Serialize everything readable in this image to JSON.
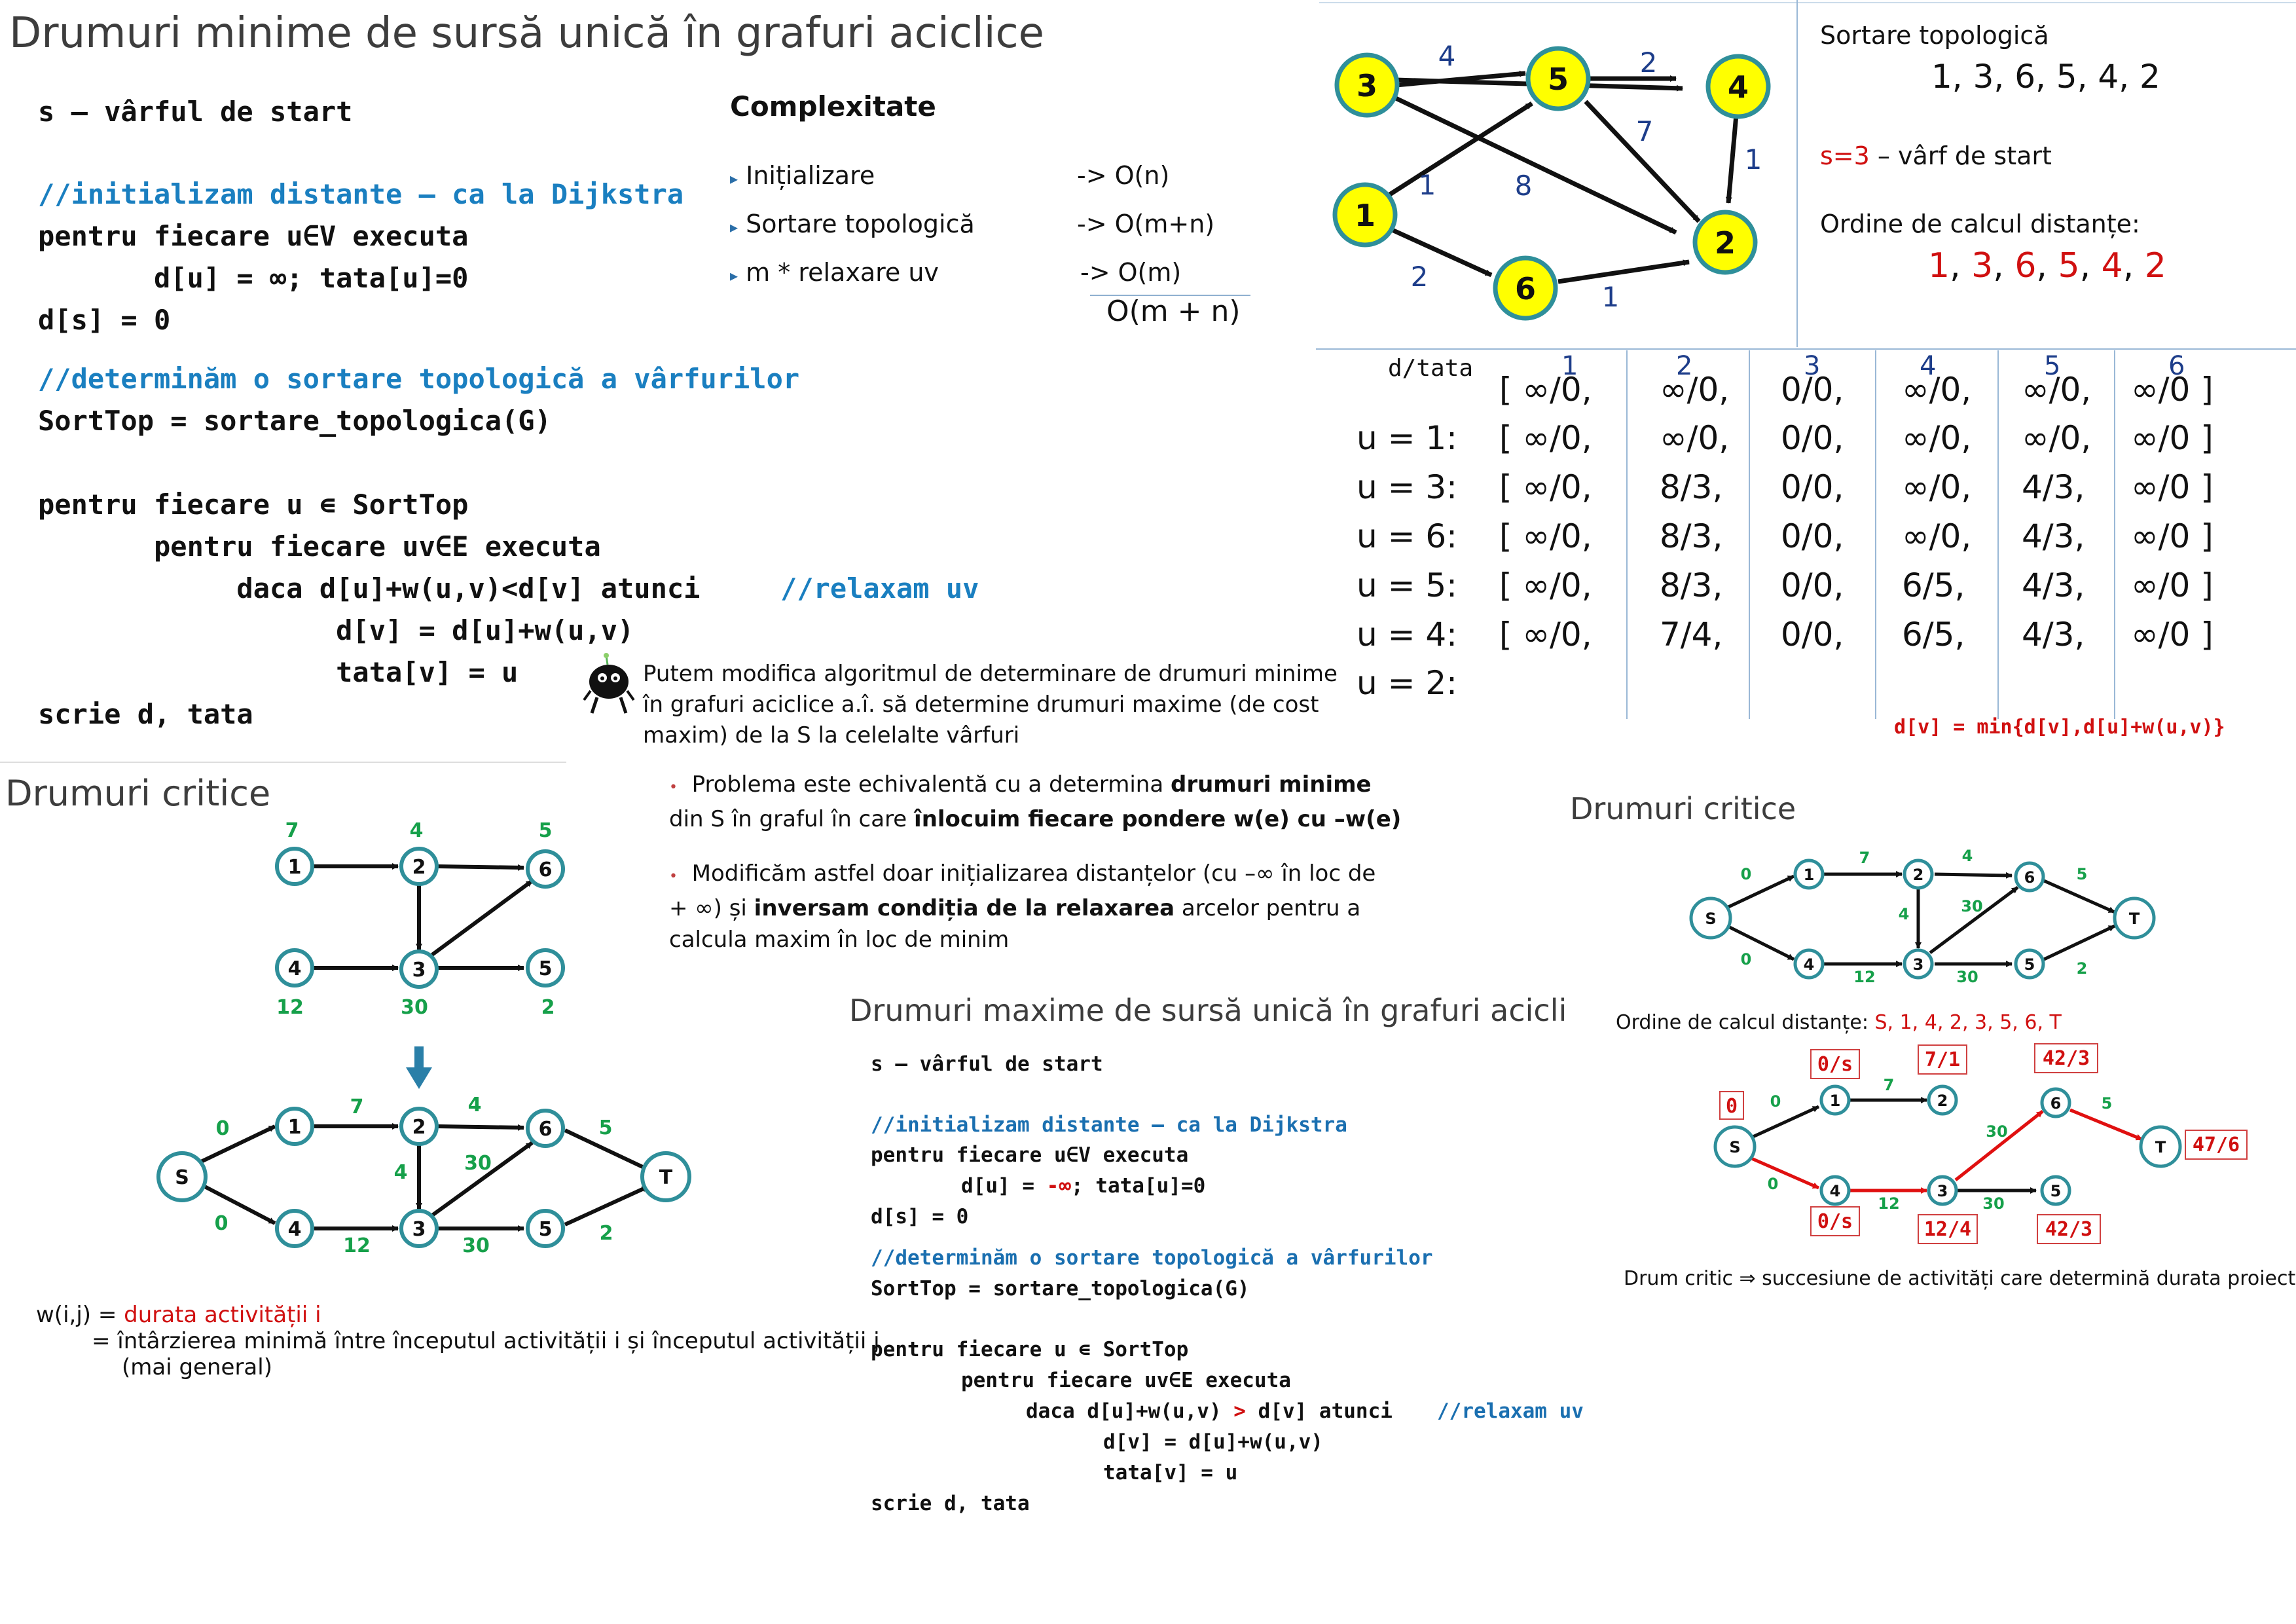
{
  "top_left": {
    "title": "Drumuri minime de sursă unică în grafuri aciclice",
    "code": [
      "s – vârful de start",
      "//initializam distante – ca la Dijkstra",
      "pentru fiecare u∈V executa",
      "       d[u] = ∞; tata[u]=0",
      "d[s] = 0",
      "//determinăm o sortare topologică a vârfurilor",
      "SortTop = sortare_topologica(G)",
      "pentru fiecare u ∊ SortTop",
      "       pentru fiecare uv∈E executa",
      "            daca d[u]+w(u,v)<d[v] atunci",
      "//relaxam uv",
      "                  d[v] = d[u]+w(u,v)",
      "                  tata[v] = u",
      "scrie d, tata"
    ],
    "complexity": {
      "heading": "Complexitate",
      "items": [
        {
          "label": "Inițializare",
          "cost": "-> O(n)"
        },
        {
          "label": "Sortare topologică",
          "cost": "-> O(m+n)"
        },
        {
          "label": "m * relaxare uv",
          "cost": "-> O(m)"
        }
      ],
      "total": "O(m + n)"
    }
  },
  "graph1": {
    "nodes": [
      "3",
      "5",
      "4",
      "1",
      "2",
      "6"
    ],
    "weights": [
      "4",
      "2",
      "7",
      "1",
      "1",
      "8",
      "2",
      "1"
    ]
  },
  "top_right": {
    "topo_heading": "Sortare topologică",
    "topo_order": "1, 3, 6, 5, 4, 2",
    "start_label": "s=3",
    "start_text": " – vârf de start",
    "calc_heading": "Ordine de calcul distanțe:",
    "calc_order": [
      "1",
      "3",
      "6",
      "5",
      "4",
      "2"
    ]
  },
  "dist_table": {
    "corner": "d/tata",
    "columns": [
      "1",
      "2",
      "3",
      "4",
      "5",
      "6"
    ],
    "rows": [
      {
        "label": "",
        "cells": [
          "[ ∞/0,",
          "∞/0,",
          "0/0,",
          "∞/0,",
          "∞/0,",
          "∞/0 ]"
        ]
      },
      {
        "label": "u = 1:",
        "cells": [
          "[ ∞/0,",
          "∞/0,",
          "0/0,",
          "∞/0,",
          "∞/0,",
          "∞/0 ]"
        ]
      },
      {
        "label": "u = 3:",
        "cells": [
          "[ ∞/0,",
          "8/3,",
          "0/0,",
          "∞/0,",
          "4/3,",
          "∞/0 ]"
        ]
      },
      {
        "label": "u = 6:",
        "cells": [
          "[ ∞/0,",
          "8/3,",
          "0/0,",
          "∞/0,",
          "4/3,",
          "∞/0 ]"
        ]
      },
      {
        "label": "u = 5:",
        "cells": [
          "[ ∞/0,",
          "8/3,",
          "0/0,",
          "6/5,",
          "4/3,",
          "∞/0 ]"
        ]
      },
      {
        "label": "u = 4:",
        "cells": [
          "[ ∞/0,",
          "7/4,",
          "0/0,",
          "6/5,",
          "4/3,",
          "∞/0 ]"
        ]
      },
      {
        "label": "u = 2:",
        "cells": [
          "",
          "",
          "",
          "",
          "",
          ""
        ]
      }
    ],
    "formula": "d[v] = min{d[v],d[u]+w(u,v)}"
  },
  "note": {
    "text": "Putem modifica algoritmul de determinare de drumuri minime\nîn grafuri aciclice a.î. să determine drumuri maxime (de cost\nmaxim) de la S la celelalte vârfuri",
    "bullets": [
      [
        "Problema este echivalentă cu a determina ",
        "drumuri minime",
        "\ndin S în graful în care ",
        "înlocuim fiecare pondere w(e) cu –w(e)"
      ],
      [
        "Modificăm astfel doar inițializarea distanțelor (cu –∞ în loc de\n+ ∞) și ",
        "inversam condiția de la relaxarea",
        " arcelor pentru a\ncalcula maxim în loc de minim"
      ]
    ]
  },
  "critical_left": {
    "title": "Drumuri critice",
    "top_nodes": [
      "1",
      "2",
      "6",
      "4",
      "3",
      "5"
    ],
    "top_durations": [
      "7",
      "4",
      "5",
      "12",
      "30",
      "2"
    ],
    "bottom_nodes": [
      "S",
      "1",
      "2",
      "6",
      "T",
      "4",
      "3",
      "5"
    ],
    "bottom_weights": [
      "0",
      "7",
      "4",
      "5",
      "0",
      "12",
      "30",
      "2",
      "4",
      "30"
    ],
    "def_prefix": "w(i,j) = ",
    "def_red": "durata activității i",
    "def_line2": "= întârzierea minimă între începutul activității i și începutul activității j",
    "def_line3": "(mai general)"
  },
  "max_paths": {
    "title": "Drumuri maxime de sursă unică în grafuri aciclice",
    "code": [
      "s – vârful de start",
      "//initializam distante – ca la Dijkstra",
      "pentru fiecare u∈V executa",
      "d[u] = ",
      "-∞",
      "; tata[u]=0",
      "d[s] = 0",
      "//determinăm o sortare topologică a vârfurilor",
      "SortTop = sortare_topologica(G)",
      "pentru fiecare u ∊ SortTop",
      "pentru fiecare uv∈E executa",
      "daca d[u]+w(u,v) ",
      ">",
      " d[v] atunci",
      "//relaxam uv",
      "d[v] = d[u]+w(u,v)",
      "tata[v] = u",
      "scrie d, tata"
    ]
  },
  "critical_right": {
    "title": "Drumuri critice",
    "graph_nodes": [
      "S",
      "1",
      "2",
      "6",
      "T",
      "4",
      "3",
      "5"
    ],
    "graph_weights": [
      "0",
      "7",
      "4",
      "5",
      "0",
      "12",
      "30",
      "2",
      "4",
      "30"
    ],
    "order_prefix": "Ordine de calcul distanțe: ",
    "order": "S, 1, 4, 2, 3, 5, 6, T",
    "labels": [
      "0",
      "0/s",
      "7/1",
      "42/3",
      "47/6",
      "0/s",
      "12/4",
      "42/3"
    ],
    "path_nodes": [
      "S",
      "1",
      "2",
      "6",
      "T",
      "4",
      "3",
      "5"
    ],
    "path_weights": [
      "0",
      "7",
      "5",
      "30",
      "0",
      "12",
      "30"
    ],
    "footer_prefix": "Drum critic ⇒ ",
    "footer": "succesiune de activități care determină durata proiectului"
  },
  "colors": {
    "node_yellow": "#ffff00",
    "node_border": "#2f8f9a",
    "weight_green": "#16a04a",
    "red": "#d01010",
    "comment_blue": "#1a7fc0"
  }
}
